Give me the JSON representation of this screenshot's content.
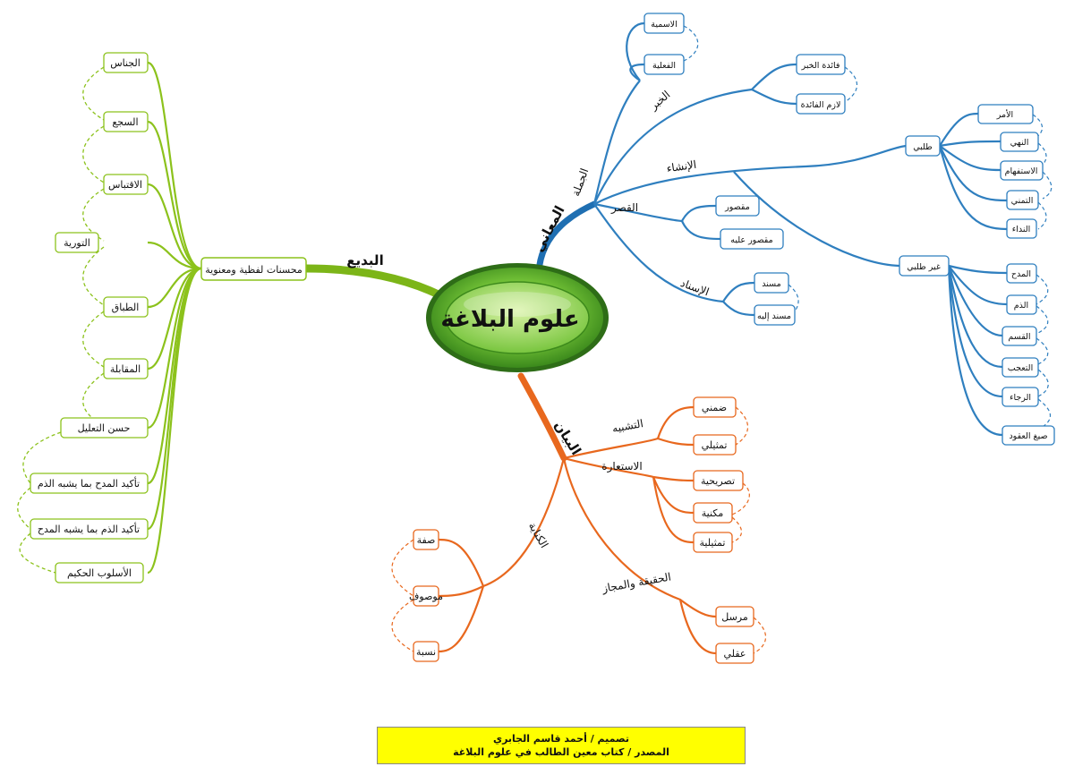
{
  "colors": {
    "green": "#7cb518",
    "blue": "#2f7fbf",
    "orange": "#e8681e",
    "brand_green": "#4a9a1f"
  },
  "center": {
    "title": "علوم البلاغة"
  },
  "badi": {
    "branch": "البديع",
    "node": "محسنات لفظية ومعنوية",
    "items": [
      "الجناس",
      "السجع",
      "الاقتباس",
      "التورية",
      "الطباق",
      "المقابلة",
      "حسن التعليل",
      "تأكيد المدح بما يشبه الذم",
      "تأكيد الذم بما يشبه المدح",
      "الأسلوب الحكيم"
    ]
  },
  "maani": {
    "branch": "المعاني",
    "jumla": "الجملة",
    "khabar": "الخبر",
    "khabar_types": [
      "الاسمية",
      "الفعلية"
    ],
    "khabar_purpose": [
      "فائدة الخبر",
      "لازم الفائدة"
    ],
    "insha": "الإنشاء",
    "talabi": "طلبي",
    "talabi_items": [
      "الأمر",
      "النهي",
      "الاستفهام",
      "التمني",
      "النداء"
    ],
    "ghair_talabi": "غير طلبي",
    "ghair_talabi_items": [
      "المدح",
      "الذم",
      "القسم",
      "التعجب",
      "الرجاء",
      "صيغ العقود"
    ],
    "qasr": "القصر",
    "qasr_items": [
      "مقصور",
      "مقصور عليه"
    ],
    "isnad": "الإسناد",
    "isnad_items": [
      "مسند",
      "مسند إليه"
    ]
  },
  "bayan": {
    "branch": "البيان",
    "tashbih": "التشبيه",
    "tashbih_items": [
      "ضمني",
      "تمثيلي"
    ],
    "istiara": "الاستعارة",
    "istiara_items": [
      "تصريحية",
      "مكنية",
      "تمثيلية"
    ],
    "majaz": "الحقيقة والمجاز",
    "majaz_items": [
      "مرسل",
      "عقلي"
    ],
    "kinaya": "الكناية",
    "kinaya_items": [
      "صفة",
      "موصوف",
      "نسبة"
    ]
  },
  "credit": {
    "line1": "تصميم / أحمد قاسم الجابري",
    "line2": "المصدر / كتاب معين الطالب في علوم البلاغة"
  }
}
